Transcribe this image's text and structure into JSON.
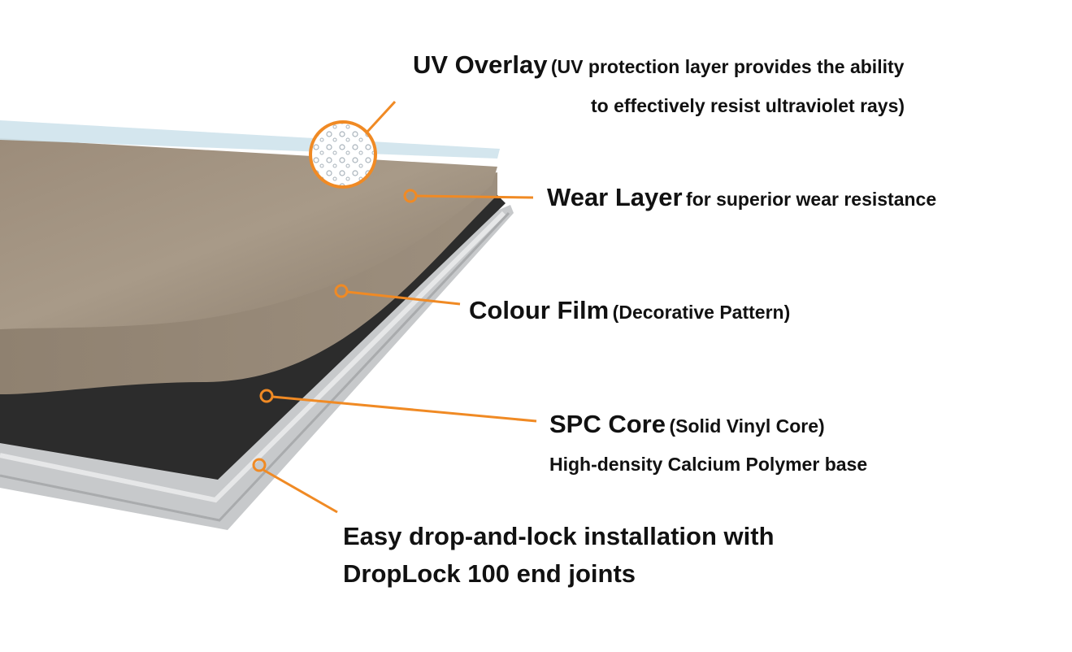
{
  "colors": {
    "accent": "#f08a24",
    "wood": "#9a8a78",
    "core": "#2b2b2b",
    "base": "#c4c6c8",
    "uv": "#cfe4ee"
  },
  "labels": {
    "uv": {
      "title": "UV Overlay",
      "desc_line1": "(UV protection layer provides the ability",
      "desc_line2": "to effectively resist ultraviolet rays)"
    },
    "wear": {
      "title": "Wear Layer",
      "desc": "for superior wear resistance"
    },
    "colour": {
      "title": "Colour Film",
      "desc": "(Decorative Pattern)"
    },
    "core": {
      "title": "SPC Core",
      "desc": "(Solid Vinyl Core)",
      "desc_line2": "High-density Calcium Polymer base"
    },
    "base": {
      "line1": "Easy drop-and-lock installation with",
      "line2": "DropLock 100 end joints"
    }
  }
}
